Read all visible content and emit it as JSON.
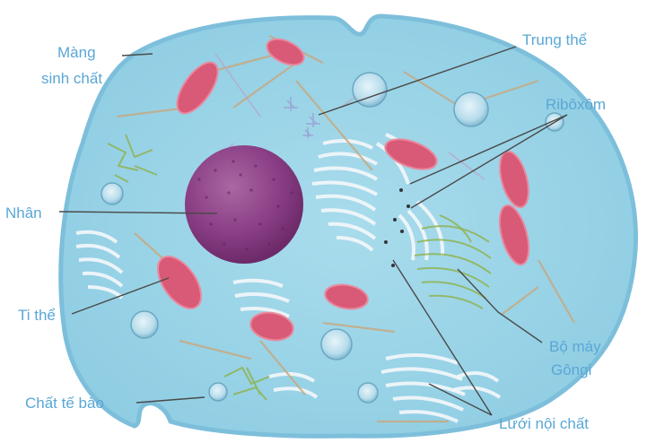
{
  "diagram": {
    "labels": {
      "mang_sinh_chat_line1": "Màng",
      "mang_sinh_chat_line2": "sinh chất",
      "trung_the": "Trung thể",
      "riboxom": "Ribôxôm",
      "nhan": "Nhân",
      "ti_the": "Ti thể",
      "bo_may_line1": "Bộ máy",
      "bo_may_line2": "Gôngi",
      "chat_te_bao": "Chất tế bào",
      "luoi_noi_chat": "Lưới nội chất"
    },
    "colors": {
      "label": "#5aa7d6",
      "cytoplasm": "#9fd6e8",
      "membrane": "#82c3de",
      "nucleus": "#8b3f86",
      "mitochondria": "#d95a76",
      "golgi": "#8fb24a"
    }
  }
}
